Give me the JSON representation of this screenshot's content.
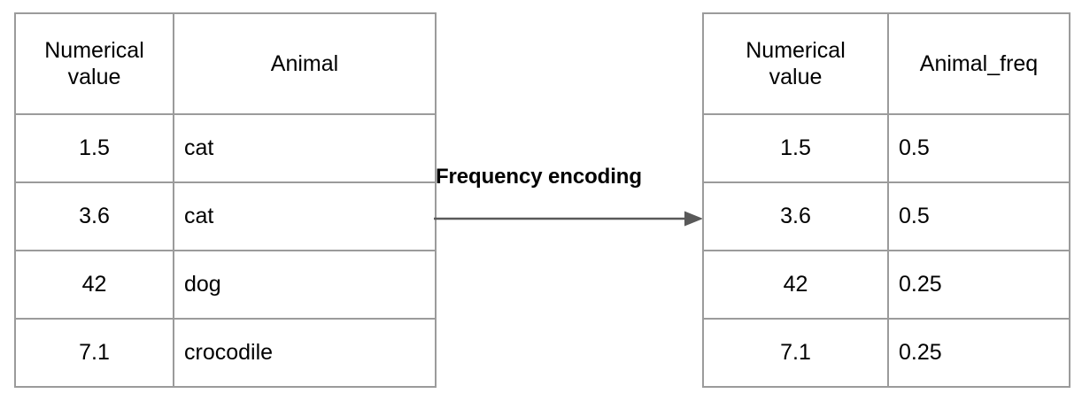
{
  "diagram": {
    "title_text": "Frequency encoding",
    "arrow_icon": "right-arrow-icon",
    "colors": {
      "background": "#ffffff",
      "border": "#9b9b9b",
      "text": "#000000",
      "arrow": "#595959"
    }
  },
  "source_table": {
    "name": "original-data-table",
    "headers": [
      "Numerical value",
      "Animal"
    ],
    "header_lines": [
      [
        "Numerical",
        "value"
      ],
      [
        "Animal"
      ]
    ],
    "rows": [
      {
        "numerical_value": "1.5",
        "animal": "cat"
      },
      {
        "numerical_value": "3.6",
        "animal": "cat"
      },
      {
        "numerical_value": "42",
        "animal": "dog"
      },
      {
        "numerical_value": "7.1",
        "animal": "crocodile"
      }
    ]
  },
  "encoded_table": {
    "name": "frequency-encoded-table",
    "headers": [
      "Numerical value",
      "Animal_freq"
    ],
    "header_lines": [
      [
        "Numerical",
        "value"
      ],
      [
        "Animal_freq"
      ]
    ],
    "rows": [
      {
        "numerical_value": "1.5",
        "animal_freq": "0.5"
      },
      {
        "numerical_value": "3.6",
        "animal_freq": "0.5"
      },
      {
        "numerical_value": "42",
        "animal_freq": "0.25"
      },
      {
        "numerical_value": "7.1",
        "animal_freq": "0.25"
      }
    ]
  }
}
